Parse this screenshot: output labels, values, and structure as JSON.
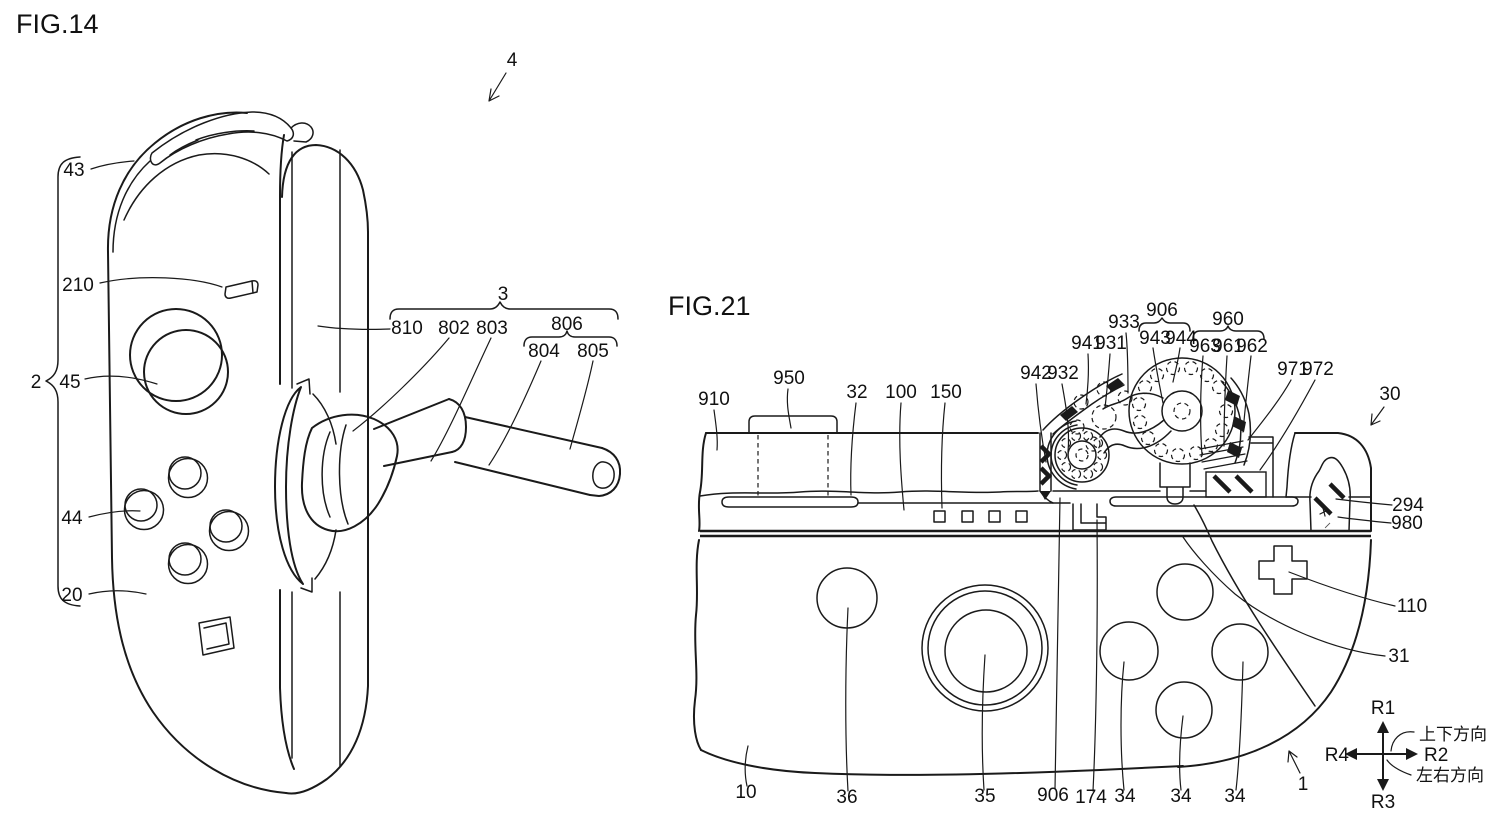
{
  "fig14": {
    "title": "FIG.14",
    "labels": {
      "l4": "4",
      "l43": "43",
      "l210": "210",
      "l2": "2",
      "l45": "45",
      "l44": "44",
      "l20": "20",
      "l3": "3",
      "l810": "810",
      "l802": "802",
      "l803": "803",
      "l806": "806",
      "l804": "804",
      "l805": "805"
    }
  },
  "fig21": {
    "title": "FIG.21",
    "labels": {
      "l910": "910",
      "l950": "950",
      "l32": "32",
      "l100": "100",
      "l150": "150",
      "l942": "942",
      "l932": "932",
      "l941": "941",
      "l931": "931",
      "l933": "933",
      "l906_top": "906",
      "l943": "943",
      "l944": "944",
      "l960": "960",
      "l963": "963",
      "l961": "961",
      "l962": "962",
      "l971": "971",
      "l972": "972",
      "l30": "30",
      "l294": "294",
      "l980": "980",
      "l110": "110",
      "l31": "31",
      "l10": "10",
      "l36": "36",
      "l35": "35",
      "l906_bottom": "906",
      "l174": "174",
      "l34a": "34",
      "l34b": "34",
      "l34c": "34",
      "l1": "1"
    },
    "compass": {
      "r1": "R1",
      "r2": "R2",
      "r3": "R3",
      "r4": "R4",
      "vertical_axis_label": "上下方向",
      "horizontal_axis_label": "左右方向"
    }
  },
  "colors": {
    "line": "#1a1a1a",
    "background": "#ffffff"
  }
}
